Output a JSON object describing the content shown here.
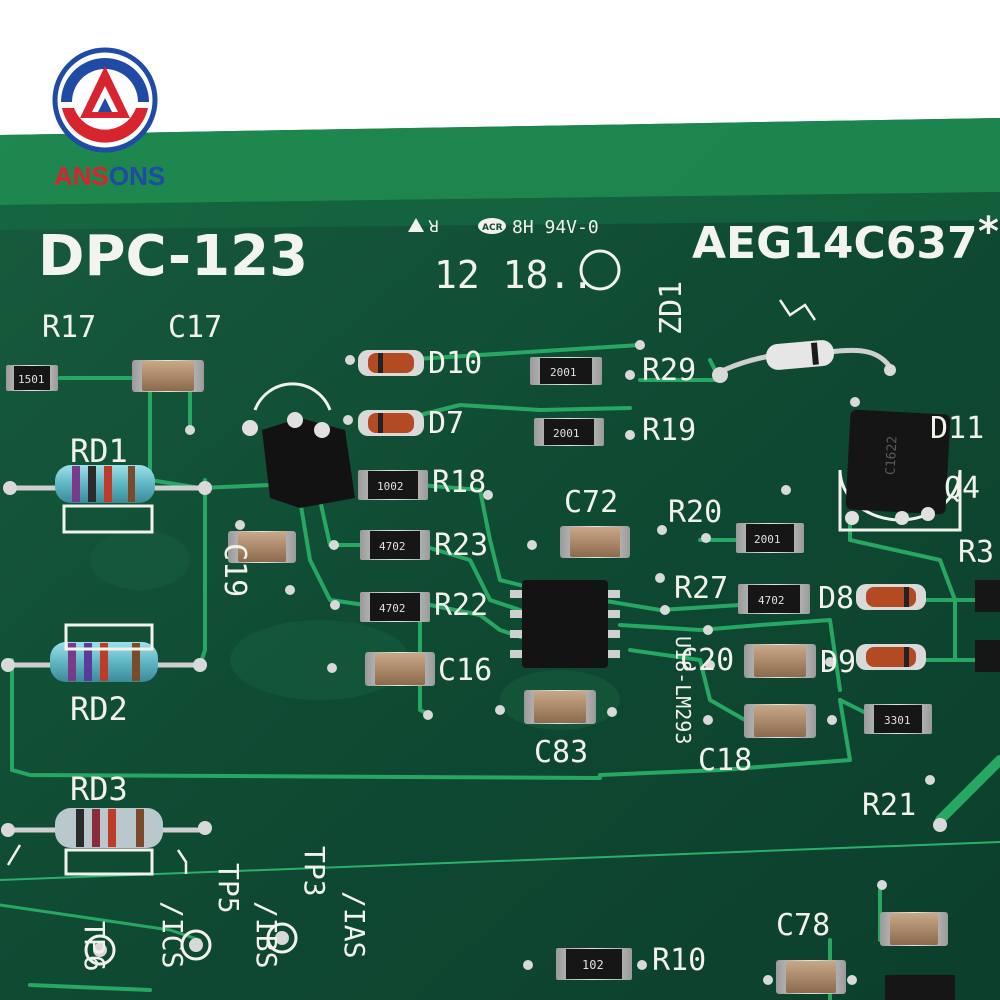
{
  "brand": {
    "name": "ANSONS",
    "name_part_red": "ANS",
    "name_part_blue": "ONS",
    "colors": {
      "red": "#d8242e",
      "blue": "#1f4aa6"
    }
  },
  "board": {
    "model": "DPC-123",
    "part_number": "AEG14C637",
    "ul_mark": "8H 94V-0",
    "date_code": "12 18..",
    "colors": {
      "pcb": "#0f4a33",
      "pcb_light": "#1f8a4a",
      "trace": "#2bb06a",
      "silkscreen": "#f2f2ea"
    }
  },
  "designators": {
    "r17": "R17",
    "c17": "C17",
    "rd1": "RD1",
    "rd2": "RD2",
    "rd3": "RD3",
    "c19": "C19",
    "d10": "D10",
    "d7": "D7",
    "r29": "R29",
    "r19": "R19",
    "r18": "R18",
    "r23": "R23",
    "r22": "R22",
    "c16": "C16",
    "c72": "C72",
    "r20": "R20",
    "r27": "R27",
    "c20": "C20",
    "c18": "C18",
    "c83": "C83",
    "zd1": "ZD1",
    "d11": "D11",
    "q4": "Q4",
    "d8": "D8",
    "d9": "D9",
    "r21": "R21",
    "c78": "C78",
    "r10": "R10",
    "u18": "U18-LM293",
    "r3": "R3",
    "tp3": "TP3",
    "ias": "/IAS",
    "tp5": "TP5",
    "ibs": "/IBS",
    "tp6": "TP6",
    "ics": "/ICS"
  },
  "component_codes": {
    "r17": "1501",
    "r29": "2001",
    "r19": "2001",
    "r18": "1002",
    "r23": "4702",
    "r22": "4702",
    "r20": "2001",
    "r27": "4702",
    "r21": "3301",
    "r10": "102",
    "q4": "C1622"
  }
}
